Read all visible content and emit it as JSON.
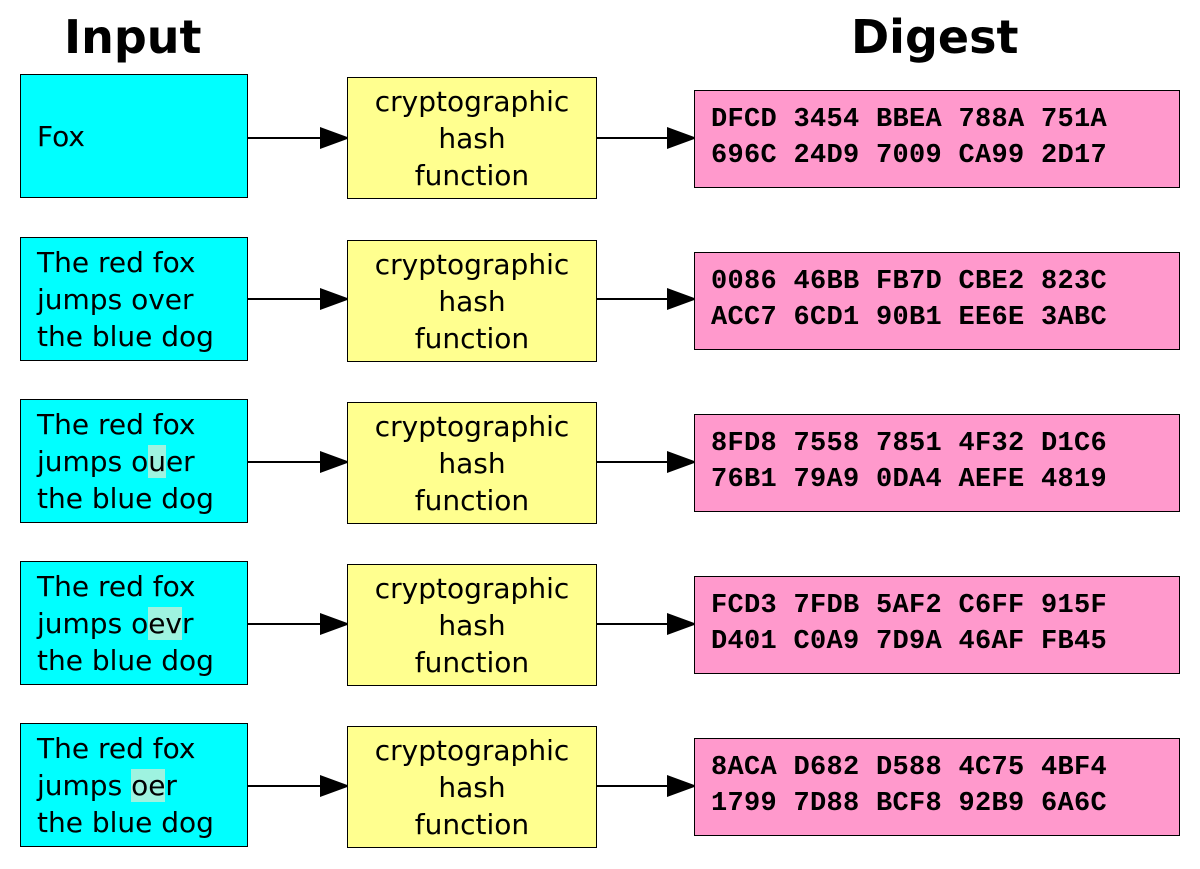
{
  "headings": {
    "input": "Input",
    "digest": "Digest"
  },
  "rows": [
    {
      "input_lines": [
        "Fox"
      ],
      "hash_lines": [
        "cryptographic",
        "hash",
        "function"
      ],
      "digest_lines": [
        "DFCD 3454 BBEA 788A 751A",
        "696C 24D9 7009 CA99 2D17"
      ]
    },
    {
      "input_lines": [
        "The red fox",
        "jumps over",
        "the blue dog"
      ],
      "hash_lines": [
        "cryptographic",
        "hash",
        "function"
      ],
      "digest_lines": [
        "0086 46BB FB7D CBE2 823C",
        "ACC7 6CD1 90B1 EE6E 3ABC"
      ]
    },
    {
      "input_lines": [
        "The red fox",
        "jumps ouer",
        "the blue dog"
      ],
      "input_highlight": "u",
      "hash_lines": [
        "cryptographic",
        "hash",
        "function"
      ],
      "digest_lines": [
        "8FD8 7558 7851 4F32 D1C6",
        "76B1 79A9 0DA4 AEFE 4819"
      ]
    },
    {
      "input_lines": [
        "The red fox",
        "jumps oevr",
        "the blue dog"
      ],
      "input_highlight": "ev",
      "hash_lines": [
        "cryptographic",
        "hash",
        "function"
      ],
      "digest_lines": [
        "FCD3 7FDB 5AF2 C6FF 915F",
        "D401 C0A9 7D9A 46AF FB45"
      ]
    },
    {
      "input_lines": [
        "The red fox",
        "jumps oer",
        "the blue dog"
      ],
      "input_highlight": "oe",
      "hash_lines": [
        "cryptographic",
        "hash",
        "function"
      ],
      "digest_lines": [
        "8ACA D682 D588 4C75 4BF4",
        "1799 7D88 BCF8 92B9 6A6C"
      ]
    }
  ],
  "colors": {
    "input_fill": "#00ffff",
    "hash_fill": "#ffff8f",
    "digest_fill": "#ff99cc",
    "highlight": "#9ef3e0"
  }
}
